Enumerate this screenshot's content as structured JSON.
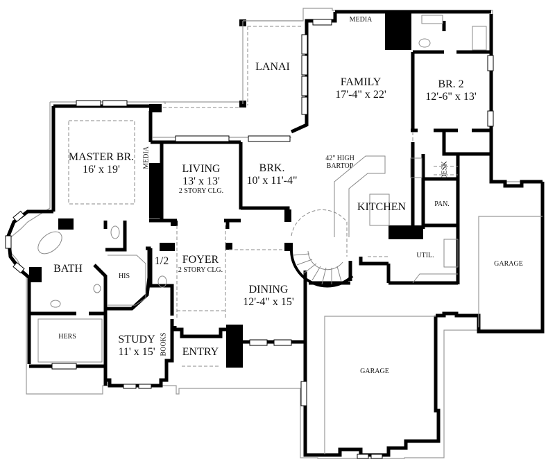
{
  "plan": {
    "rooms": [
      {
        "id": "lanai",
        "name": "LANAI",
        "dims": ""
      },
      {
        "id": "family",
        "name": "FAMILY",
        "dims": "17'-4\" x 22'"
      },
      {
        "id": "media_top",
        "name": "MEDIA",
        "dims": ""
      },
      {
        "id": "br2",
        "name": "BR. 2",
        "dims": "12'-6\" x 13'"
      },
      {
        "id": "master",
        "name": "MASTER BR.",
        "dims": "16' x 19'"
      },
      {
        "id": "media_side",
        "name": "MEDIA",
        "dims": ""
      },
      {
        "id": "living",
        "name": "LIVING",
        "dims": "13' x 13'",
        "note": "2 STORY CLG."
      },
      {
        "id": "brk",
        "name": "BRK.",
        "dims": "10' x 11'-4\""
      },
      {
        "id": "bartop",
        "name": "42\" HIGH",
        "dims": "BARTOP"
      },
      {
        "id": "kitchen",
        "name": "KITCHEN",
        "dims": ""
      },
      {
        "id": "desk",
        "name": "DESK",
        "dims": ""
      },
      {
        "id": "pan",
        "name": "PAN.",
        "dims": ""
      },
      {
        "id": "bath",
        "name": "BATH",
        "dims": ""
      },
      {
        "id": "his",
        "name": "HIS",
        "dims": ""
      },
      {
        "id": "half",
        "name": "1/2",
        "dims": ""
      },
      {
        "id": "foyer",
        "name": "FOYER",
        "dims": "",
        "note": "2 STORY CLG."
      },
      {
        "id": "util",
        "name": "UTIL.",
        "dims": ""
      },
      {
        "id": "garage_right",
        "name": "GARAGE",
        "dims": ""
      },
      {
        "id": "dining",
        "name": "DINING",
        "dims": "12'-4\" x 15'"
      },
      {
        "id": "hers",
        "name": "HERS",
        "dims": ""
      },
      {
        "id": "study",
        "name": "STUDY",
        "dims": "11' x 15'"
      },
      {
        "id": "books",
        "name": "BOOKS",
        "dims": ""
      },
      {
        "id": "entry",
        "name": "ENTRY",
        "dims": ""
      },
      {
        "id": "garage_main",
        "name": "GARAGE",
        "dims": ""
      }
    ]
  },
  "colors": {
    "wall": "#000000",
    "outline": "#9a9a9a",
    "background": "#ffffff"
  }
}
